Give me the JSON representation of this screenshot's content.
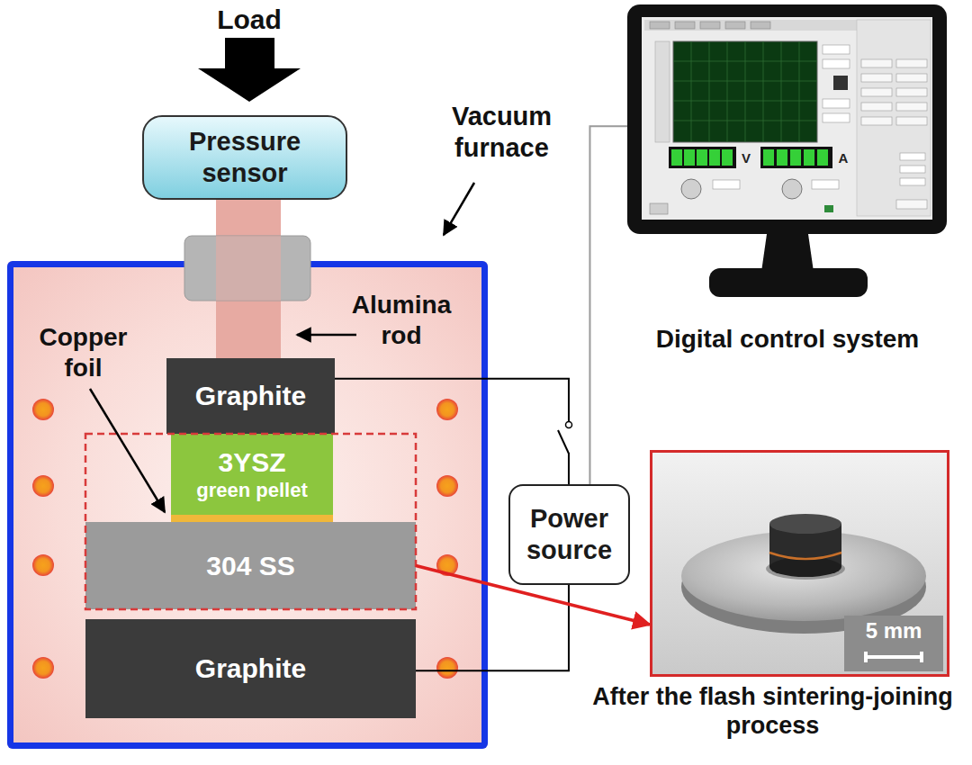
{
  "diagram": {
    "nodes": [
      {
        "text": [
          "Vacuum furnace"
        ]
      },
      {
        "text": [
          "Pressure sensor"
        ]
      },
      {
        "text": [
          "Graphite"
        ],
        "in": 0
      },
      {
        "text": [
          "3YSZ",
          "green pellet"
        ],
        "in": 0
      },
      {
        "text": [
          "304 SS"
        ],
        "in": 0
      },
      {
        "text": [
          "Graphite"
        ],
        "in": 0
      },
      {
        "text": [
          "Power source"
        ]
      },
      {
        "text": [
          "Digital control system"
        ]
      },
      {
        "text": [
          "After the flash sintering-joining process"
        ]
      }
    ],
    "edges": [
      {
        "from": 2,
        "to": 6,
        "arrow": "none"
      },
      {
        "from": 5,
        "to": 6,
        "arrow": "none"
      },
      {
        "from": 6,
        "to": 7,
        "arrow": "none"
      },
      {
        "from": 4,
        "to": 8,
        "arrow": "to"
      }
    ],
    "labels": [
      "Load",
      "Alumina rod",
      "Copper foil",
      "V",
      "A",
      "5 mm"
    ]
  }
}
